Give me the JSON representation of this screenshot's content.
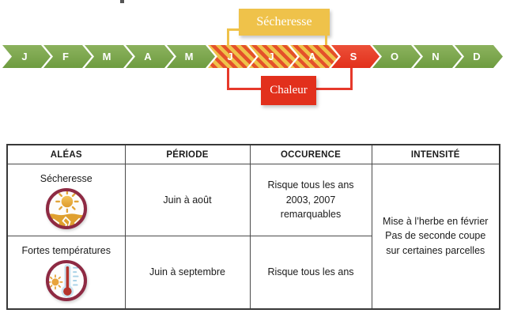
{
  "timeline": {
    "months": [
      {
        "label": "J",
        "state": "green"
      },
      {
        "label": "F",
        "state": "green"
      },
      {
        "label": "M",
        "state": "green"
      },
      {
        "label": "A",
        "state": "green"
      },
      {
        "label": "M",
        "state": "green"
      },
      {
        "label": "J",
        "state": "hatched"
      },
      {
        "label": "J",
        "state": "hatched"
      },
      {
        "label": "A",
        "state": "hatched"
      },
      {
        "label": "S",
        "state": "red"
      },
      {
        "label": "O",
        "state": "green"
      },
      {
        "label": "N",
        "state": "green"
      },
      {
        "label": "D",
        "state": "green"
      }
    ],
    "drought_label": "Sécheresse",
    "heat_label": "Chaleur",
    "colors": {
      "green_light": "#8CB25E",
      "green_dark": "#6E9C40",
      "amber": "#EFC24A",
      "stripe_red": "#E4512A",
      "alert_red": "#E2301C",
      "maroon": "#8E2A43"
    }
  },
  "table": {
    "headers": [
      "ALÉAS",
      "PÉRIODE",
      "OCCURENCE",
      "INTENSITÉ"
    ],
    "rows": [
      {
        "alea": "Sécheresse",
        "icon": "drought-icon",
        "periode": "Juin à août",
        "occurence": "Risque tous les ans\n2003, 2007\nremarquables"
      },
      {
        "alea": "Fortes températures",
        "icon": "thermometer-icon",
        "periode": "Juin à septembre",
        "occurence": "Risque tous les ans"
      }
    ],
    "intensite": "Mise à l’herbe en février\nPas de seconde coupe\nsur certaines parcelles"
  }
}
